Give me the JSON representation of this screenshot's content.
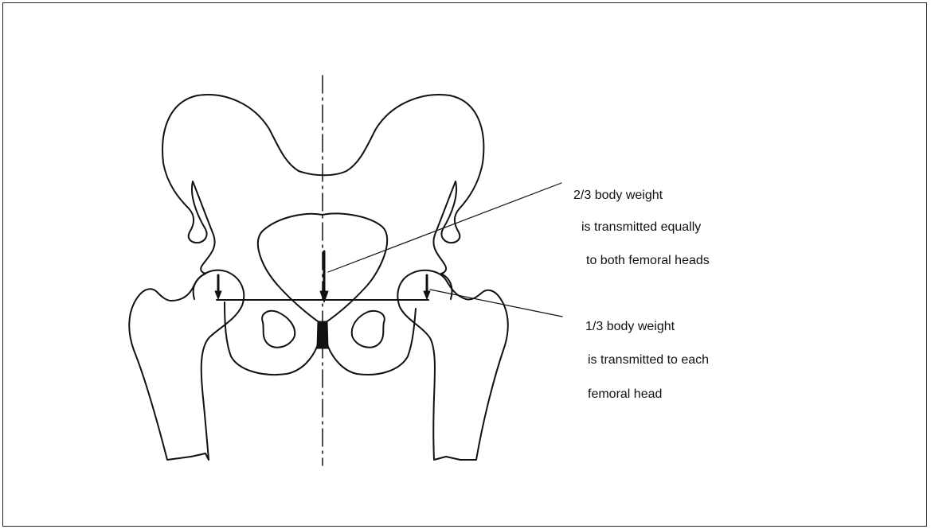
{
  "labels": {
    "upper": {
      "line1": "2/3 body weight",
      "line2": "is transmitted equally",
      "line3": "to both femoral heads"
    },
    "lower": {
      "line1": "1/3 body weight",
      "line2": "is transmitted to each",
      "line3": "femoral head"
    }
  },
  "colors": {
    "stroke": "#111111",
    "background": "#ffffff"
  }
}
